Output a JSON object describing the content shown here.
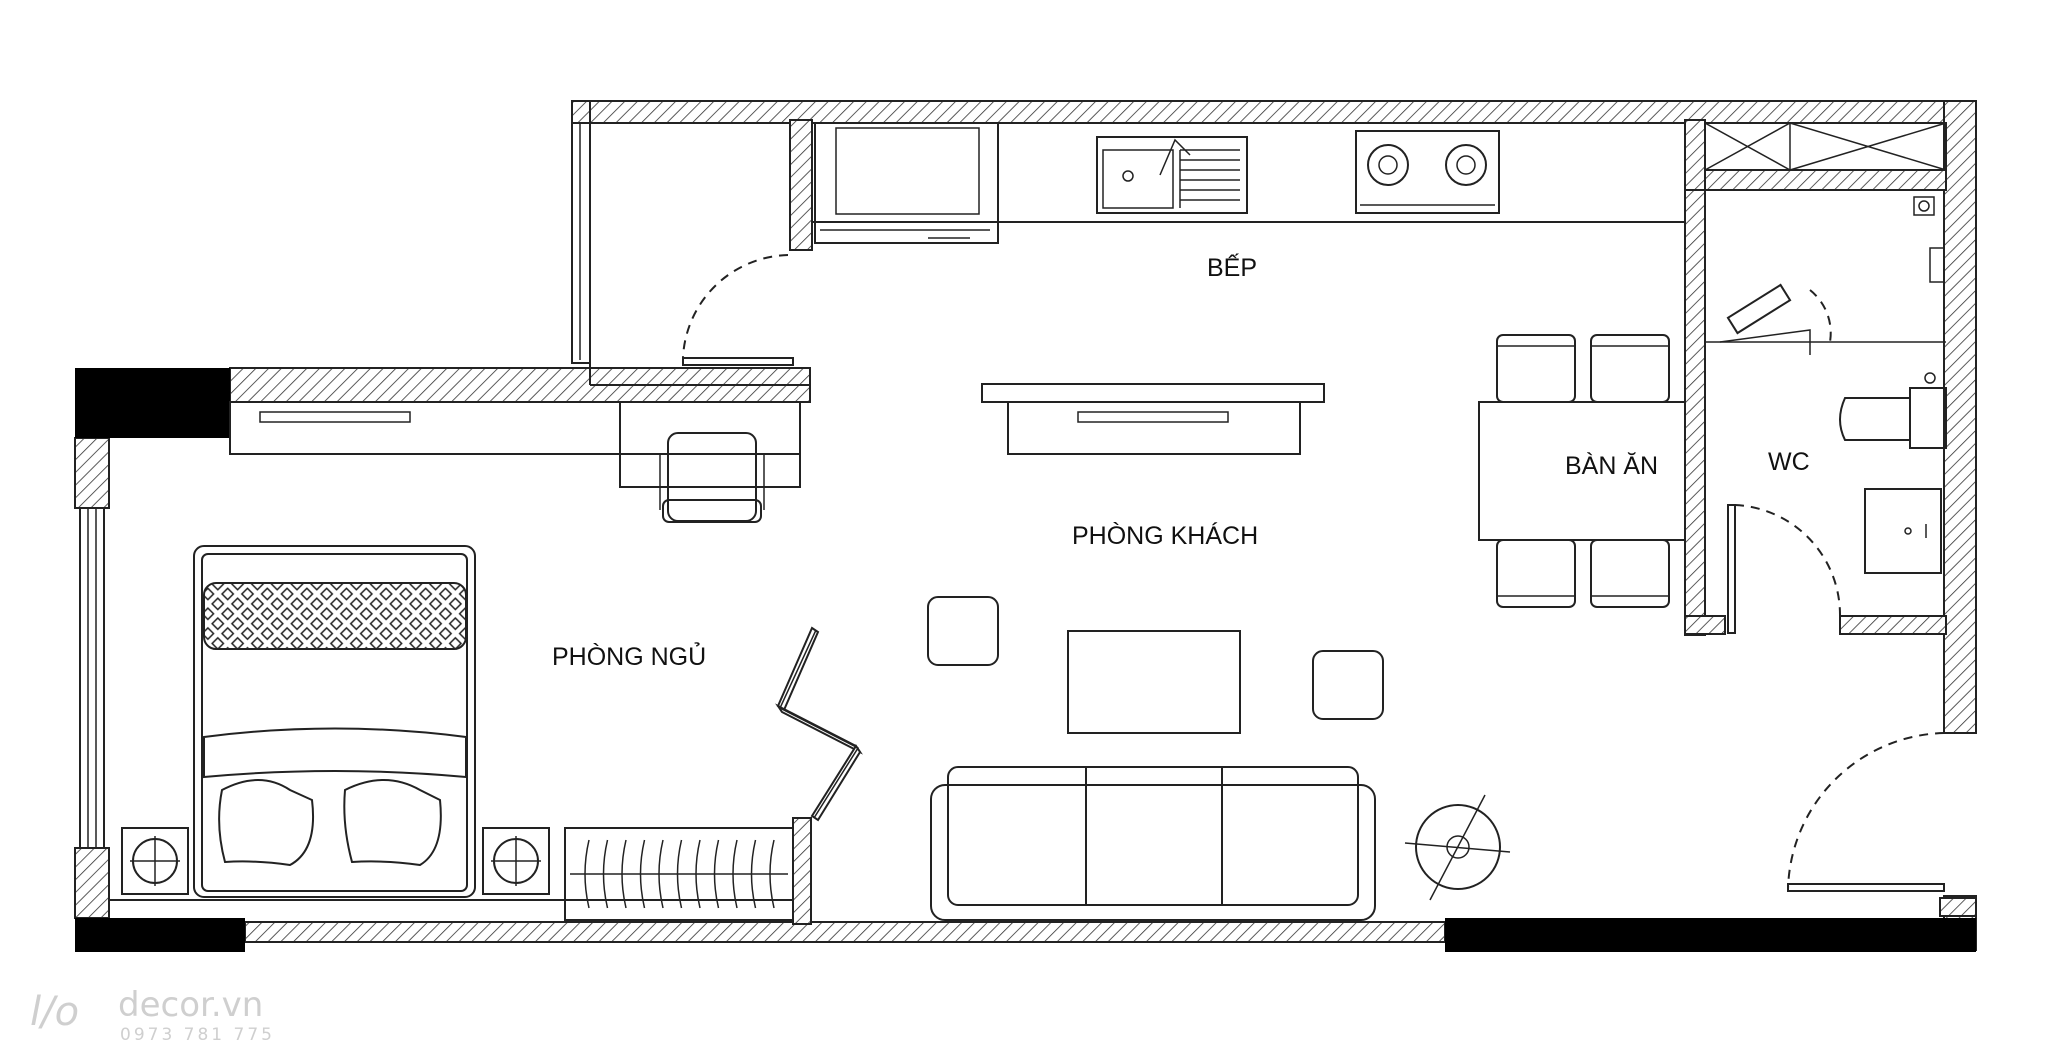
{
  "rooms": {
    "kitchen": "BẾP",
    "dining": "BÀN ĂN",
    "wc": "WC",
    "living": "PHÒNG KHÁCH",
    "bedroom": "PHÒNG NGỦ"
  },
  "watermark": {
    "brand": "decor.vn",
    "phone": "0973 781 775"
  }
}
